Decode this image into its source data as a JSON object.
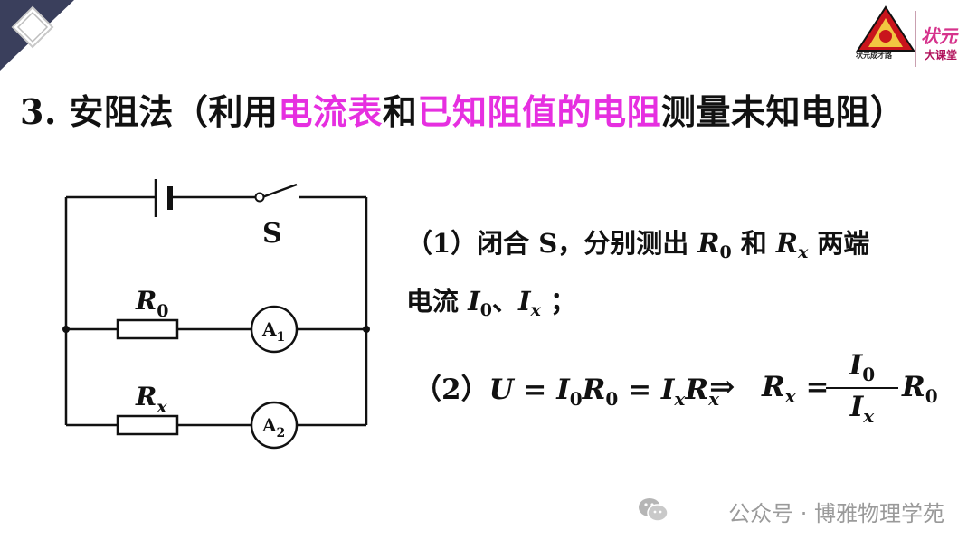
{
  "title": {
    "num": "3.",
    "p1": " 安阻法（利用",
    "hl1": "电流表",
    "p2": "和",
    "hl2": "已知阻值的电阻",
    "p3": "测量未知电阻）"
  },
  "logo": {
    "caption": "状元成才路",
    "brand1": "状元",
    "brand2": "大课堂"
  },
  "circuit": {
    "switch_label": "S",
    "r0_label": "R",
    "r0_sub": "0",
    "rx_label": "R",
    "rx_sub": "x",
    "a1_label": "A",
    "a1_sub": "1",
    "a2_label": "A",
    "a2_sub": "2"
  },
  "step1": {
    "l1_a": "（1）闭合 S，分别测出 ",
    "R": "R",
    "sub0": "0",
    "and": " 和 ",
    "Rx": "R",
    "subx": "x",
    "ends": " 两端",
    "l2_a": "电流 ",
    "I0": "I",
    "I0sub": "0",
    "sep": "、",
    "Ix": "I",
    "Ixsub": "x",
    "semi": " ；"
  },
  "step2": {
    "label": "（2）",
    "U": "U",
    "eq": " = ",
    "I": "I",
    "s0": "0",
    "R": "R",
    "x": "x",
    "arrow": "⇒",
    "num_I": "I",
    "den_I": "I"
  },
  "watermark": "公众号 · 博雅物理学苑",
  "colors": {
    "highlight": "#e62fe0",
    "corner": "#3a3f5c",
    "watermark": "#9a9a9a"
  },
  "icons": [
    "corner-diamond-icon",
    "wechat-icon"
  ]
}
